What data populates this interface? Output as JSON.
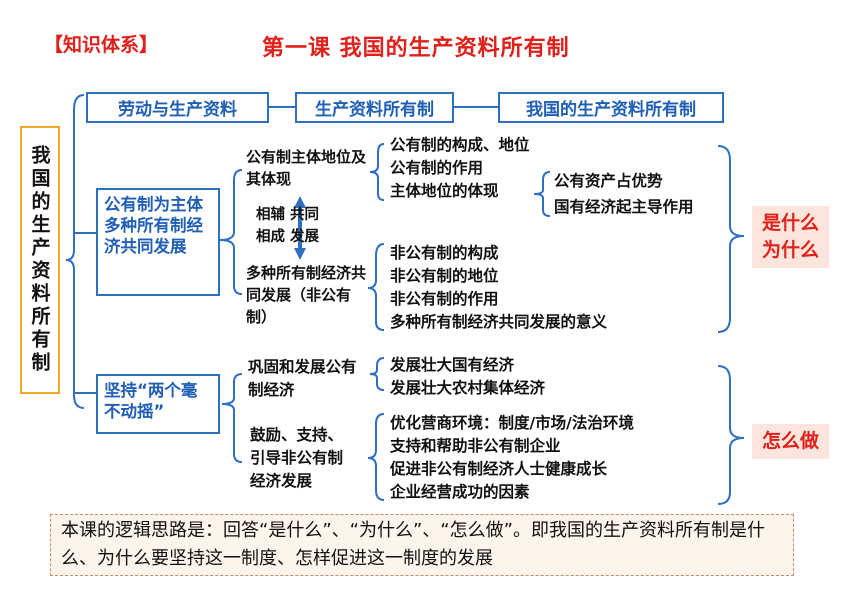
{
  "header": {
    "tag": "【知识体系】",
    "title": "第一课  我国的生产资料所有制"
  },
  "root": {
    "label": "我国的生产资料所有制"
  },
  "chain": [
    "劳动与生产资料",
    "生产资料所有制",
    "我国的生产资料所有制"
  ],
  "box1": {
    "label": "公有制为主体 多种所有制经济共同发展"
  },
  "box2": {
    "label": "坚持“两个毫不动摇”"
  },
  "mid": {
    "public_main": "公有制主体地位及其体现",
    "mutual": "相辅 共同\n相成 发展",
    "nonpublic": "多种所有制经济共同发展（非公有制）",
    "consolidate": "巩固和发展公有制经济",
    "encourage": "鼓励、支持、引导非公有制经济发展"
  },
  "right": {
    "g1": [
      "公有制的构成、地位",
      "公有制的作用",
      "主体地位的体现"
    ],
    "g1sub": [
      "公有资产占优势",
      "国有经济起主导作用"
    ],
    "g2": [
      "非公有制的构成",
      "非公有制的地位",
      "非公有制的作用",
      "多种所有制经济共同发展的意义"
    ],
    "g3": [
      "发展壮大国有经济",
      "发展壮大农村集体经济"
    ],
    "g4": [
      "优化营商环境：制度/市场/法治环境",
      "支持和帮助非公有制企业",
      "促进非公有制经济人士健康成长",
      "企业经营成功的因素"
    ]
  },
  "labels": {
    "what_why": "是什么\n为什么",
    "how": "怎么做"
  },
  "note": "本课的逻辑思路是：回答“是什么”、“为什么”、“怎么做”。即我国的生产资料所有制是什么、为什么要坚持这一制度、怎样促进这一制度的发展",
  "colors": {
    "red": "#e0201b",
    "blue": "#1f5fb5",
    "orange": "#f5a623",
    "line": "#2f6fbf"
  }
}
